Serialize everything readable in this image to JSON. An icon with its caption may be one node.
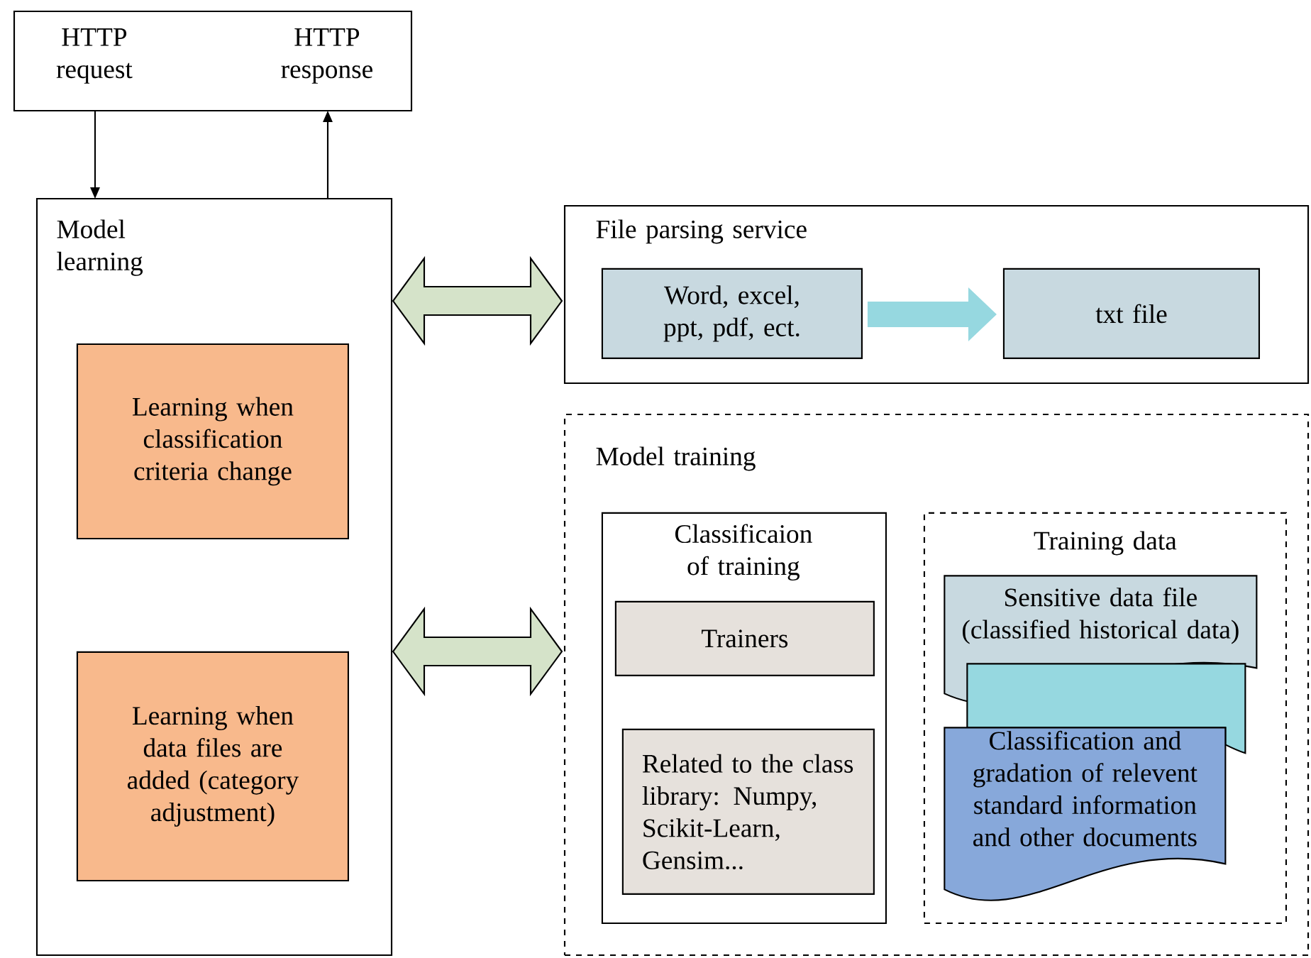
{
  "diagram": {
    "nodes": [
      {
        "text": [
          "HTTP request",
          "HTTP response"
        ]
      },
      {
        "text": [
          "Model learning"
        ]
      },
      {
        "text": [
          "Learning when classification criteria change"
        ],
        "in": 1
      },
      {
        "text": [
          "Learning when data files are added (category adjustment)"
        ],
        "in": 1
      },
      {
        "text": [
          "File parsing service"
        ]
      },
      {
        "text": [
          "Word, excel, ppt, pdf, ect."
        ],
        "in": 4
      },
      {
        "text": [
          "txt file"
        ],
        "in": 4
      },
      {
        "text": [
          "Model training"
        ]
      },
      {
        "text": [
          "Classificaion of training"
        ],
        "in": 7
      },
      {
        "text": [
          "Trainers"
        ],
        "in": 8
      },
      {
        "text": [
          "Related to the class library: Numpy, Scikit-Learn, Gensim..."
        ],
        "in": 8
      },
      {
        "text": [
          "Training data"
        ],
        "in": 7
      },
      {
        "text": [
          "Sensitive data file (classified historical data)"
        ],
        "in": 11
      },
      {
        "text": [],
        "shape": "document",
        "in": 11
      },
      {
        "text": [
          "Classification and gradation of relevent standard information and other documents"
        ],
        "in": 11
      }
    ],
    "edges": [
      {
        "from": 0,
        "to": 1,
        "arrow": "to"
      },
      {
        "from": 1,
        "to": 0,
        "arrow": "to"
      },
      {
        "from": 1,
        "to": 4,
        "arrow": "both",
        "style": "thick",
        "color": "#d5e3c9"
      },
      {
        "from": 1,
        "to": 7,
        "arrow": "both",
        "style": "thick",
        "color": "#d5e3c9"
      },
      {
        "from": 5,
        "to": 6,
        "arrow": "to",
        "style": "thick",
        "color": "#96d8e0"
      }
    ]
  }
}
